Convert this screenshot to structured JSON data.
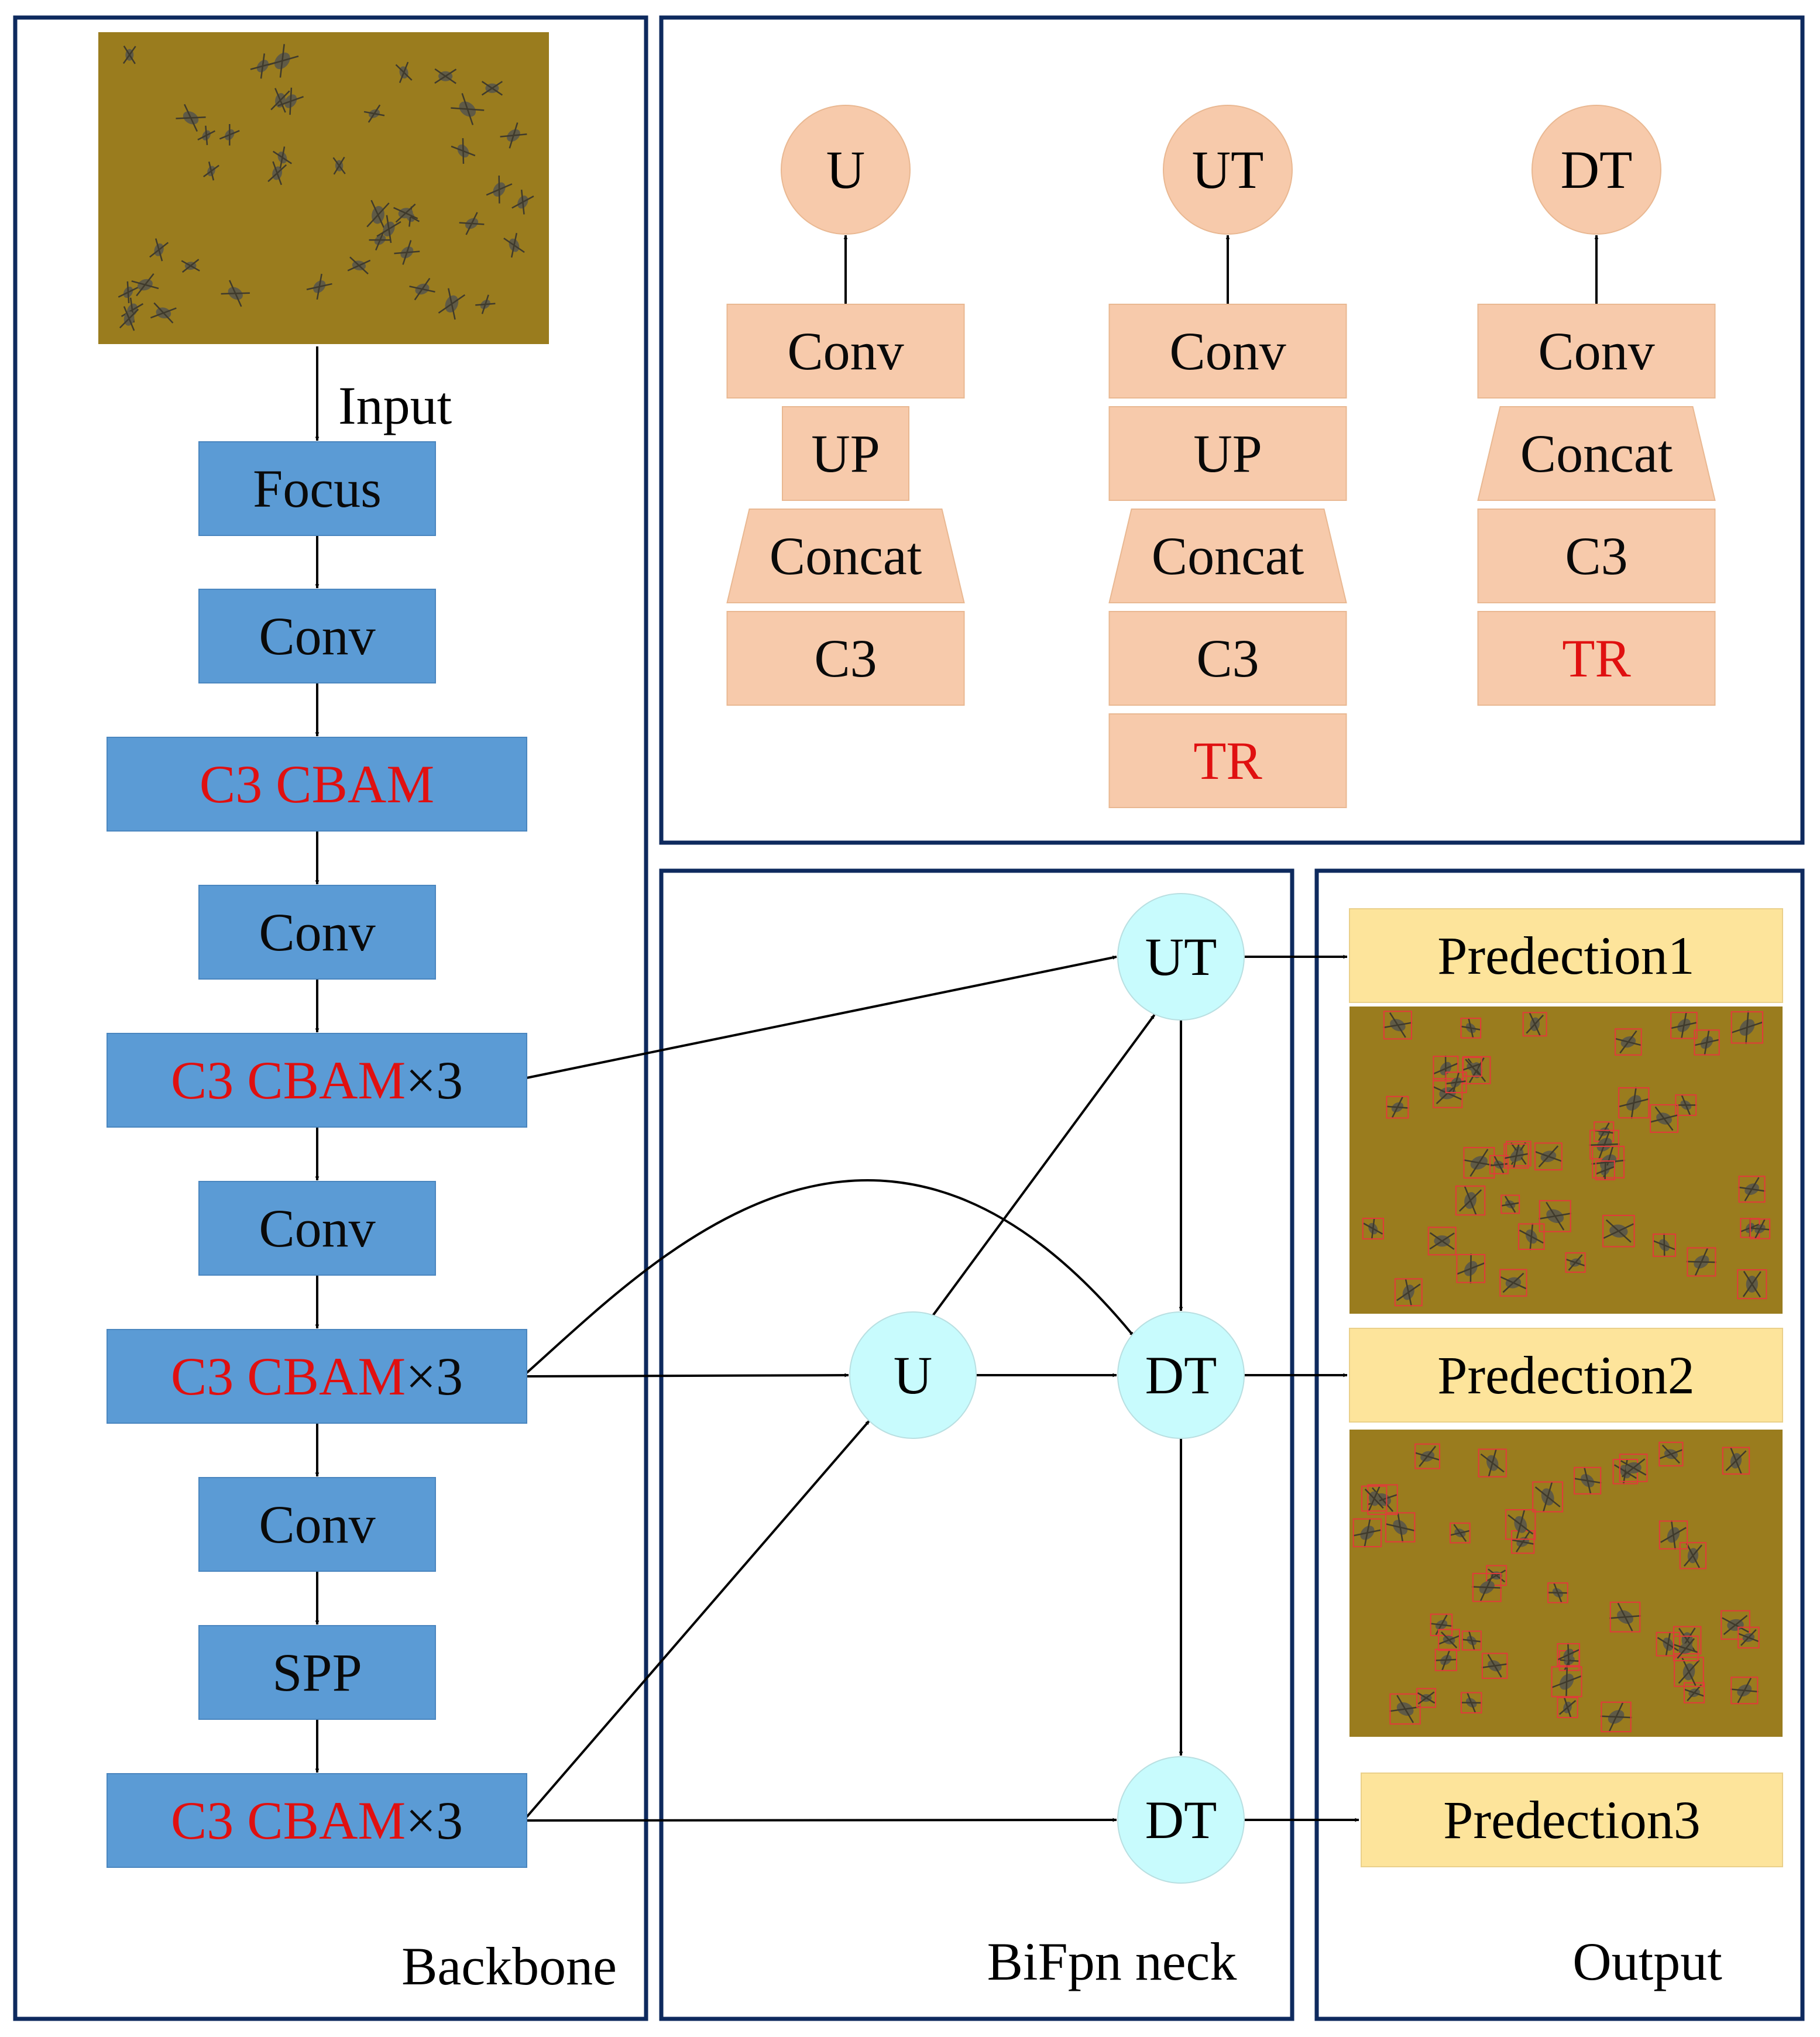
{
  "colors": {
    "frame": "#0e2a5e",
    "backbone_block": "#5b9bd5",
    "block_text": "#0a0a0a",
    "highlight_text": "#e01010",
    "module_fill": "#f7caab",
    "node_fill": "#c8fbfd",
    "prediction_fill": "#fde49b",
    "photo_bg": "#9a7c1e",
    "insect": "#5f5a46"
  },
  "panels": {
    "backbone": "Backbone",
    "neck": "BiFpn neck",
    "output": "Output"
  },
  "input_label": "Input",
  "backbone": [
    {
      "id": "focus",
      "parts": [
        {
          "t": "Focus",
          "red": false
        }
      ]
    },
    {
      "id": "conv1",
      "parts": [
        {
          "t": "Conv",
          "red": false
        }
      ]
    },
    {
      "id": "c3cbam1",
      "parts": [
        {
          "t": "C3 CBAM",
          "red": true
        }
      ]
    },
    {
      "id": "conv2",
      "parts": [
        {
          "t": "Conv",
          "red": false
        }
      ]
    },
    {
      "id": "c3cbam2",
      "parts": [
        {
          "t": "C3 CBAM",
          "red": true
        },
        {
          "t": "×3",
          "red": false
        }
      ]
    },
    {
      "id": "conv3",
      "parts": [
        {
          "t": "Conv",
          "red": false
        }
      ]
    },
    {
      "id": "c3cbam3",
      "parts": [
        {
          "t": "C3 CBAM",
          "red": true
        },
        {
          "t": "×3",
          "red": false
        }
      ]
    },
    {
      "id": "conv4",
      "parts": [
        {
          "t": "Conv",
          "red": false
        }
      ]
    },
    {
      "id": "spp",
      "parts": [
        {
          "t": "SPP",
          "red": false
        }
      ]
    },
    {
      "id": "c3cbam4",
      "parts": [
        {
          "t": "C3 CBAM",
          "red": true
        },
        {
          "t": "×3",
          "red": false
        }
      ]
    }
  ],
  "modules": [
    {
      "node": "U",
      "layers": [
        {
          "label": "Conv",
          "shape": "rect",
          "red": false
        },
        {
          "label": "UP",
          "shape": "narrow",
          "red": false
        },
        {
          "label": "Concat",
          "shape": "trap",
          "red": false
        },
        {
          "label": "C3",
          "shape": "rect",
          "red": false
        }
      ]
    },
    {
      "node": "UT",
      "layers": [
        {
          "label": "Conv",
          "shape": "rect",
          "red": false
        },
        {
          "label": "UP",
          "shape": "rect",
          "red": false
        },
        {
          "label": "Concat",
          "shape": "trap",
          "red": false
        },
        {
          "label": "C3",
          "shape": "rect",
          "red": false
        },
        {
          "label": "TR",
          "shape": "rect",
          "red": true
        }
      ]
    },
    {
      "node": "DT",
      "layers": [
        {
          "label": "Conv",
          "shape": "rect",
          "red": false
        },
        {
          "label": "Concat",
          "shape": "trap",
          "red": false
        },
        {
          "label": "C3",
          "shape": "rect",
          "red": false
        },
        {
          "label": "TR",
          "shape": "rect",
          "red": true
        }
      ]
    }
  ],
  "neck_nodes": [
    {
      "id": "ut",
      "label": "UT"
    },
    {
      "id": "u",
      "label": "U"
    },
    {
      "id": "dt1",
      "label": "DT"
    },
    {
      "id": "dt2",
      "label": "DT"
    }
  ],
  "predictions": [
    "Predection1",
    "Predection2",
    "Predection3"
  ]
}
